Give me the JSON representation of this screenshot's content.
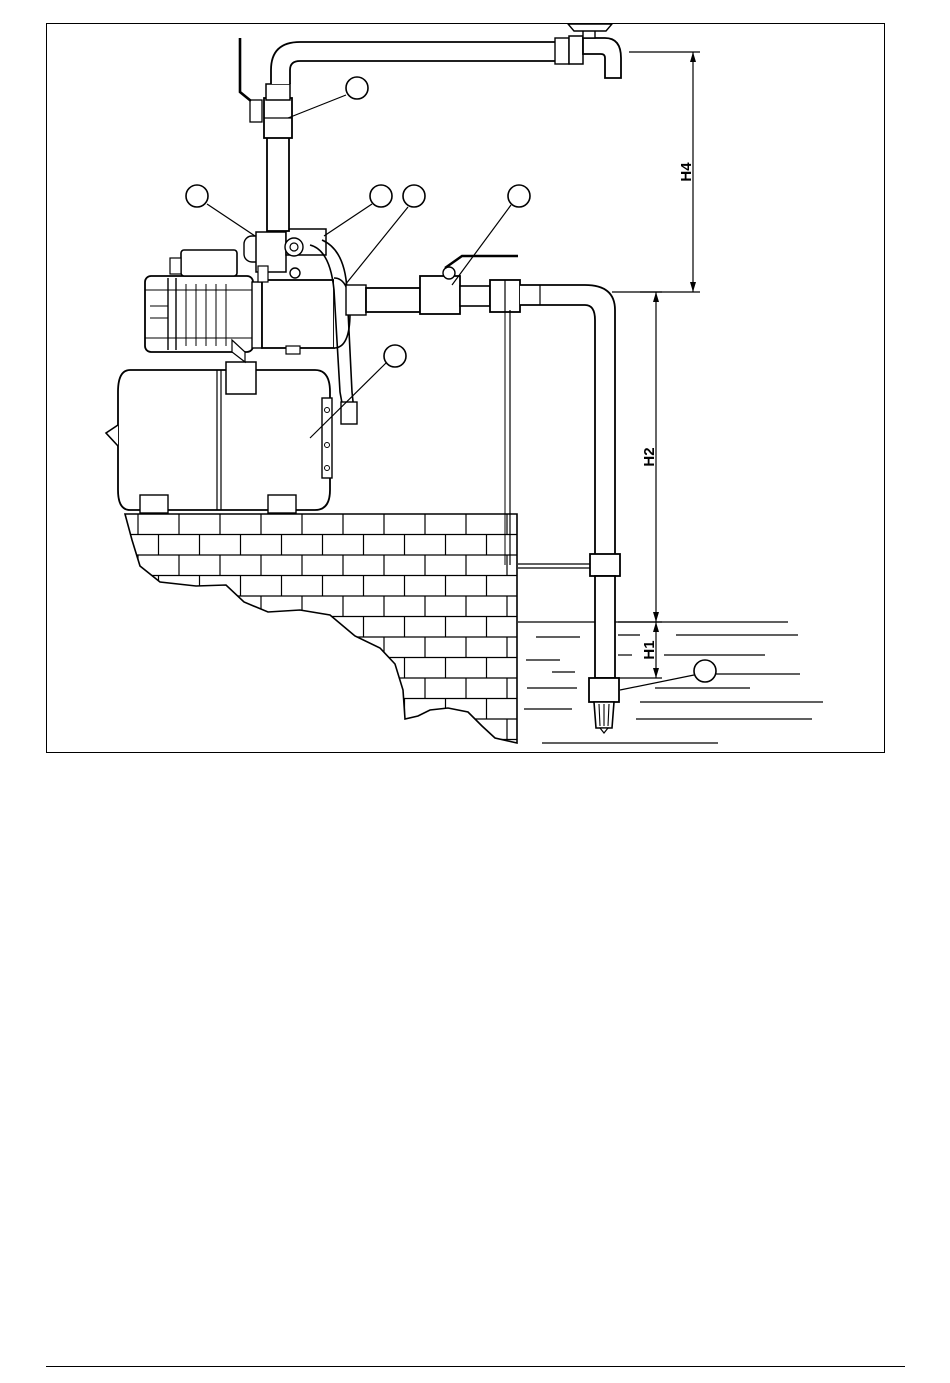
{
  "diagram": {
    "dimensions": [
      {
        "id": "h4",
        "label": "H4"
      },
      {
        "id": "h2",
        "label": "H2"
      },
      {
        "id": "h1",
        "label": "H1"
      }
    ],
    "callout_count": 7,
    "colors": {
      "line": "#000000",
      "fill": "#ffffff"
    }
  }
}
